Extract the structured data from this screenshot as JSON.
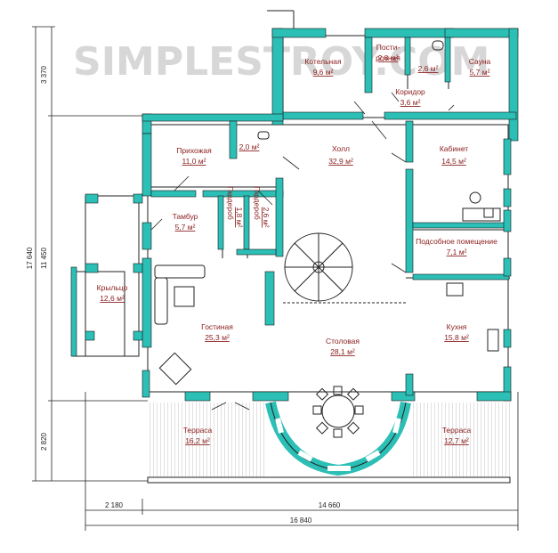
{
  "watermark": "SIMPLESTROY.COM",
  "colors": {
    "wall": "#2bbfb6",
    "label": "#8b1c1c",
    "line": "#222222"
  },
  "rooms": [
    {
      "id": "boiler",
      "name": "Котельная",
      "area": "9,6 м²"
    },
    {
      "id": "laundry1",
      "name": "Пости-",
      "area": "2,8 м²"
    },
    {
      "id": "laundry2",
      "name": "рочная",
      "area": ""
    },
    {
      "id": "bath",
      "name": "",
      "area": "2,6 м²"
    },
    {
      "id": "sauna",
      "name": "Сауна",
      "area": "5,7 м²"
    },
    {
      "id": "corridor",
      "name": "Коридор",
      "area": "3,6 м²"
    },
    {
      "id": "entry",
      "name": "Прихожая",
      "area": "11,0 м²"
    },
    {
      "id": "wc",
      "name": "",
      "area": "2,0 м²"
    },
    {
      "id": "hall",
      "name": "Холл",
      "area": "32,9 м²"
    },
    {
      "id": "cabinet",
      "name": "Кабинет",
      "area": "14,5 м²"
    },
    {
      "id": "vestibule",
      "name": "Тамбур",
      "area": "5,7 м²"
    },
    {
      "id": "wardrobe1",
      "name": "Гардероб",
      "area": "1,8 м²"
    },
    {
      "id": "wardrobe2",
      "name": "Гардероб",
      "area": "2,6 м²"
    },
    {
      "id": "utility",
      "name": "Подсобное помещение",
      "area": "7,1 м²"
    },
    {
      "id": "porch",
      "name": "Крыльцо",
      "area": "12,6 м²"
    },
    {
      "id": "living",
      "name": "Гостиная",
      "area": "25,3 м²"
    },
    {
      "id": "dining",
      "name": "Столовая",
      "area": "28,1 м²"
    },
    {
      "id": "kitchen",
      "name": "Кухня",
      "area": "15,8 м²"
    },
    {
      "id": "terrace1",
      "name": "Терраса",
      "area": "16,2 м²"
    },
    {
      "id": "terrace2",
      "name": "Терраса",
      "area": "12,7 м²"
    }
  ],
  "dimensions": {
    "left_top": "3 370",
    "left_mid": "11 450",
    "left_total": "17 640",
    "left_bottom": "2 820",
    "bottom_left": "2 180",
    "bottom_mid": "14 660",
    "bottom_total": "16 840"
  }
}
